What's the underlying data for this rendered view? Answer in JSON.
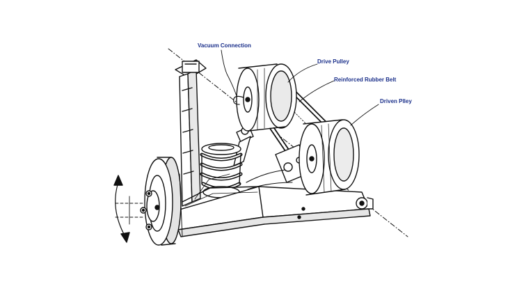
{
  "diagram": {
    "labels": {
      "vacuum": "Vacuum Connection",
      "drive_pulley": "Drive Pulley",
      "belt": "Reinforced Rubber Belt",
      "driven_pulley": "Driven Plley"
    },
    "colors": {
      "ink": "#111111",
      "label": "#1a2f8a",
      "background": "#ffffff"
    }
  }
}
